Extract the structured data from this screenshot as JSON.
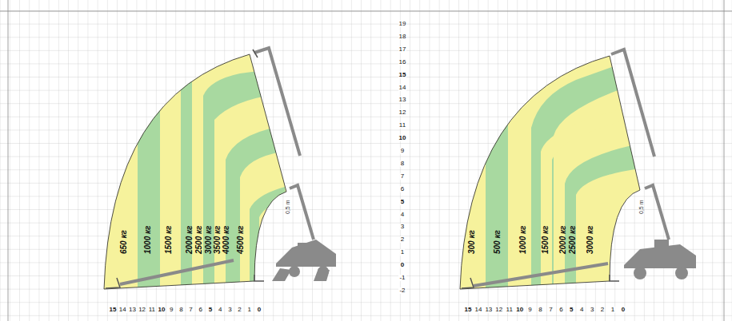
{
  "diagram": {
    "labels": [
      "650 кг",
      "1000 кг",
      "1500 кг",
      "2000 кг",
      "2500 кг",
      "3000 кг",
      "3500 кг",
      "4000 кг",
      "4500 кг",
      "0,5 m",
      "15",
      "14",
      "13",
      "12",
      "11",
      "10",
      "9",
      "8",
      "7",
      "6",
      "5",
      "4",
      "3",
      "2",
      "1",
      "0",
      "19",
      "18",
      "17",
      "16",
      "15",
      "14",
      "13",
      "12",
      "11",
      "10",
      "9",
      "8",
      "7",
      "6",
      "5",
      "4",
      "3",
      "2",
      "1",
      "0",
      "-1",
      "-2",
      "300 кг",
      "500 кг",
      "1000 кг",
      "1500 кг",
      "2000 кг",
      "2500 кг",
      "3000 кг",
      "0,5 m",
      "15",
      "14",
      "13",
      "12",
      "11",
      "10",
      "9",
      "8",
      "7",
      "6",
      "5",
      "4",
      "3",
      "2",
      "1",
      "0"
    ]
  }
}
